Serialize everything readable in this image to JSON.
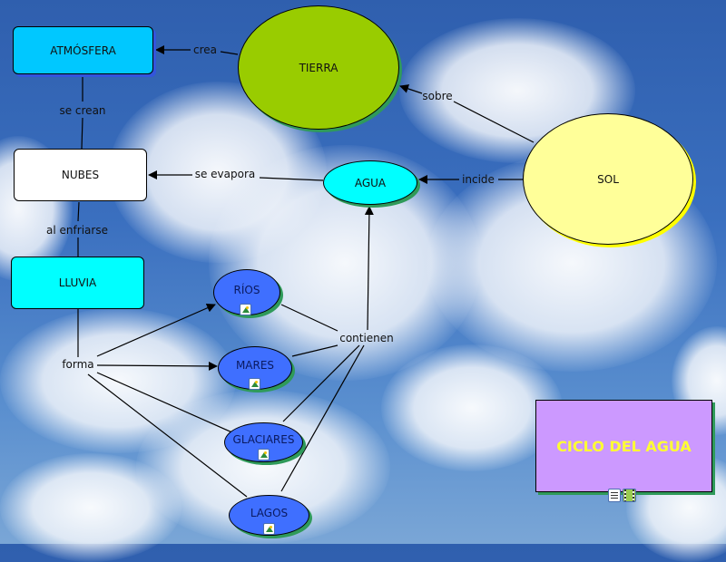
{
  "title": "CICLO DEL AGUA",
  "nodes": {
    "atmosfera": "ATMÓSFERA",
    "tierra": "TIERRA",
    "nubes": "NUBES",
    "agua": "AGUA",
    "sol": "SOL",
    "lluvia": "LLUVIA",
    "rios": "RÍOS",
    "mares": "MARES",
    "glaciares": "GLACIARES",
    "lagos": "LAGOS",
    "ciclo": "CICLO DEL AGUA"
  },
  "links": {
    "crea": "crea",
    "se_crean": "se crean",
    "sobre": "sobre",
    "se_evapora": "se evapora",
    "incide": "incide",
    "al_enfriarse": "al enfriarse",
    "forma": "forma",
    "contienen": "contienen"
  },
  "colors": {
    "atmosfera": "#00c8ff",
    "tierra": "#99cc00",
    "nubes": "#ffffff",
    "agua": "#00ffff",
    "sol": "#ffff99",
    "lluvia": "#00ffff",
    "water_bodies": "#3f6fff",
    "ciclo_bg": "#cc99ff",
    "ciclo_text": "#ffff33"
  },
  "resource_icons": [
    "image-icon",
    "image-icon",
    "image-icon",
    "image-icon",
    "document-icon",
    "video-icon"
  ]
}
